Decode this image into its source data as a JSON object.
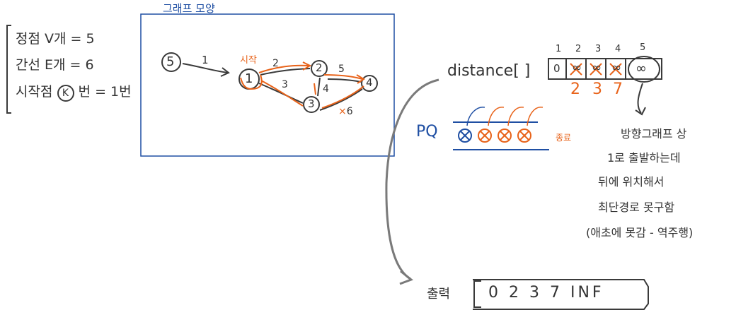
{
  "left_info": {
    "line1": "정점 V개  = 5",
    "line2": "간선 E개  = 6",
    "line3_prefix": "시작점",
    "line3_k": "K",
    "line3_suffix": "번  = 1번"
  },
  "graph_box": {
    "title": "그래프 모양",
    "nodes": [
      {
        "id": "5",
        "label": "5"
      },
      {
        "id": "1",
        "label": "1"
      },
      {
        "id": "2",
        "label": "2"
      },
      {
        "id": "3",
        "label": "3"
      },
      {
        "id": "4",
        "label": "4"
      }
    ],
    "start_label": "시작",
    "edge_labels": {
      "e51": "1",
      "e12": "2",
      "e13": "3",
      "e24": "5",
      "e32": "4",
      "e34": "6"
    },
    "cross_mark": "×"
  },
  "distance": {
    "label": "distance[ ]",
    "indices": [
      "1",
      "2",
      "3",
      "4",
      "5"
    ],
    "cells": [
      "0",
      "∞",
      "∞",
      "∞",
      "∞"
    ],
    "updated": [
      "2",
      "3",
      "7"
    ]
  },
  "pq": {
    "label": "PQ",
    "end_note": "종료"
  },
  "note": {
    "line1": "방향그래프 상",
    "line2": "1로 출발하는데",
    "line3": "뒤에 위치해서",
    "line4": "최단경로 못구함",
    "line5": "(애초에 못감 - 역주행)"
  },
  "output": {
    "label": "출력",
    "values": "0  2  3  7  INF"
  },
  "colors": {
    "ink": "#3a3a3a",
    "accent": "#e8631a",
    "blue": "#1f4fa3"
  }
}
